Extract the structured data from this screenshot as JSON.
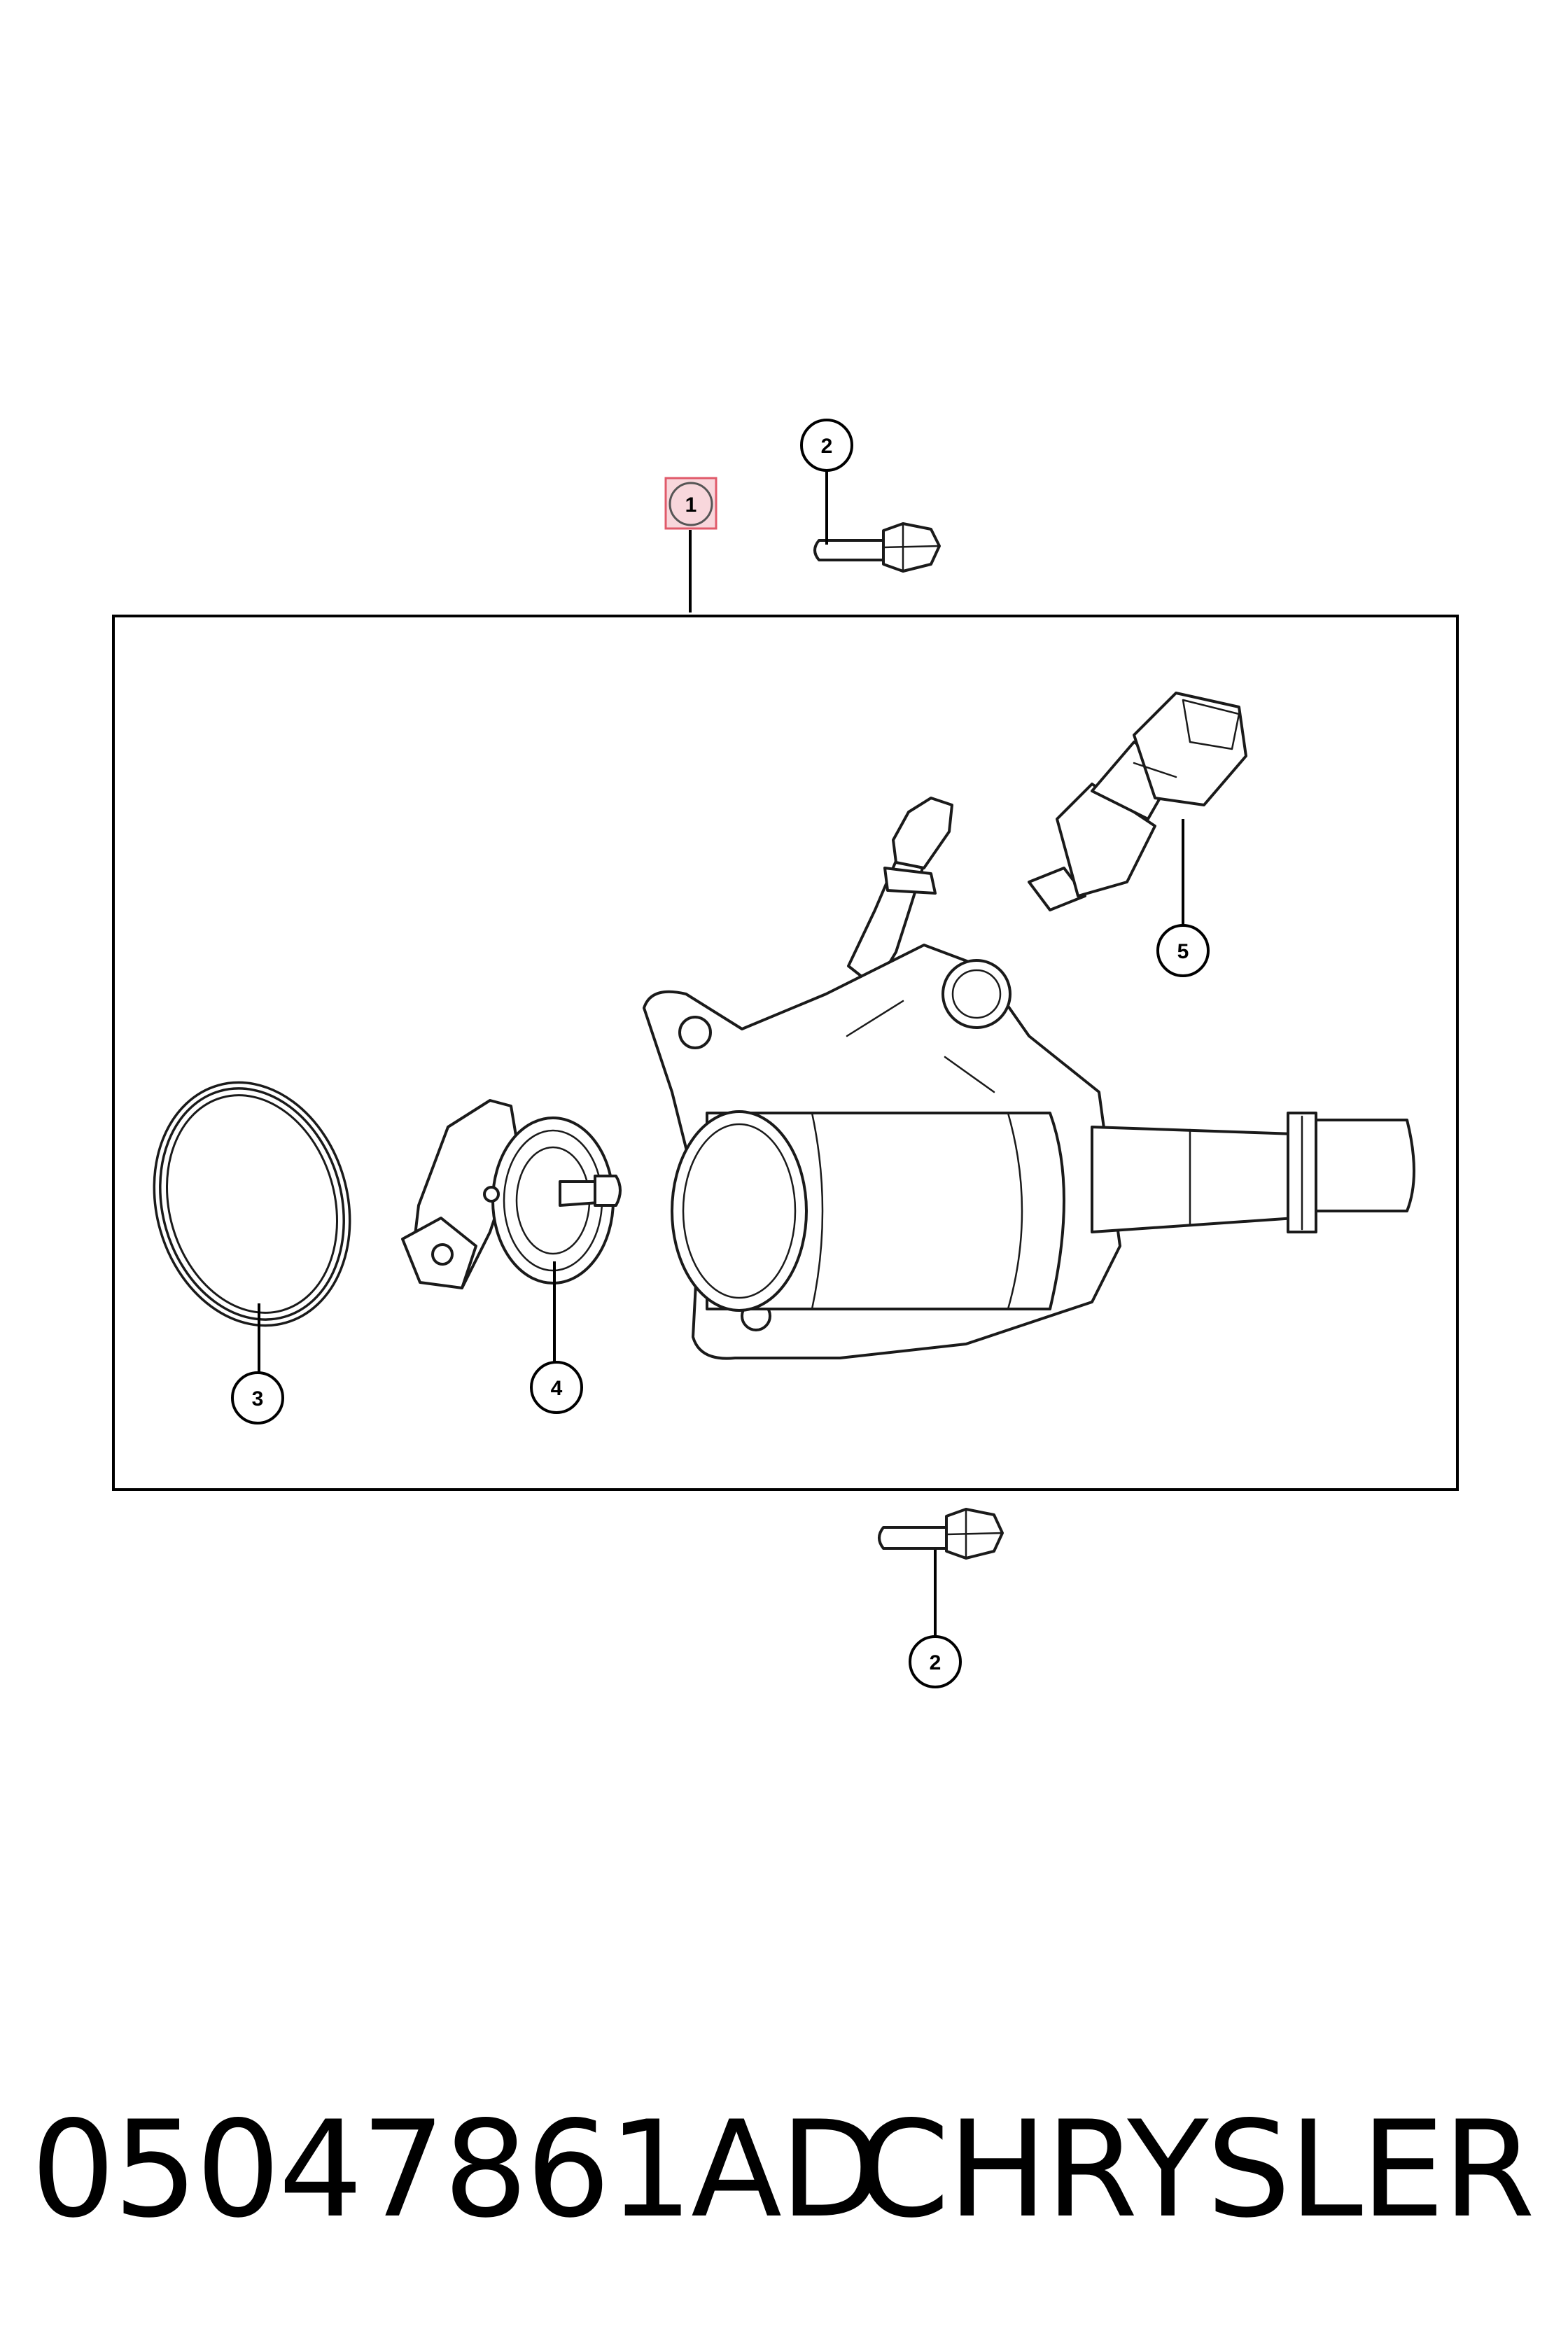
{
  "callouts": [
    {
      "id": "1",
      "label": "1"
    },
    {
      "id": "2a",
      "label": "2"
    },
    {
      "id": "2b",
      "label": "2"
    },
    {
      "id": "3",
      "label": "3"
    },
    {
      "id": "4",
      "label": "4"
    },
    {
      "id": "5",
      "label": "5"
    }
  ],
  "footer": {
    "part_number": "05047861AD",
    "brand": "CHRYSLER"
  },
  "colors": {
    "highlight_fill": "#f8d7dc",
    "highlight_stroke": "#e05a6a",
    "line": "#1a1a1a"
  }
}
